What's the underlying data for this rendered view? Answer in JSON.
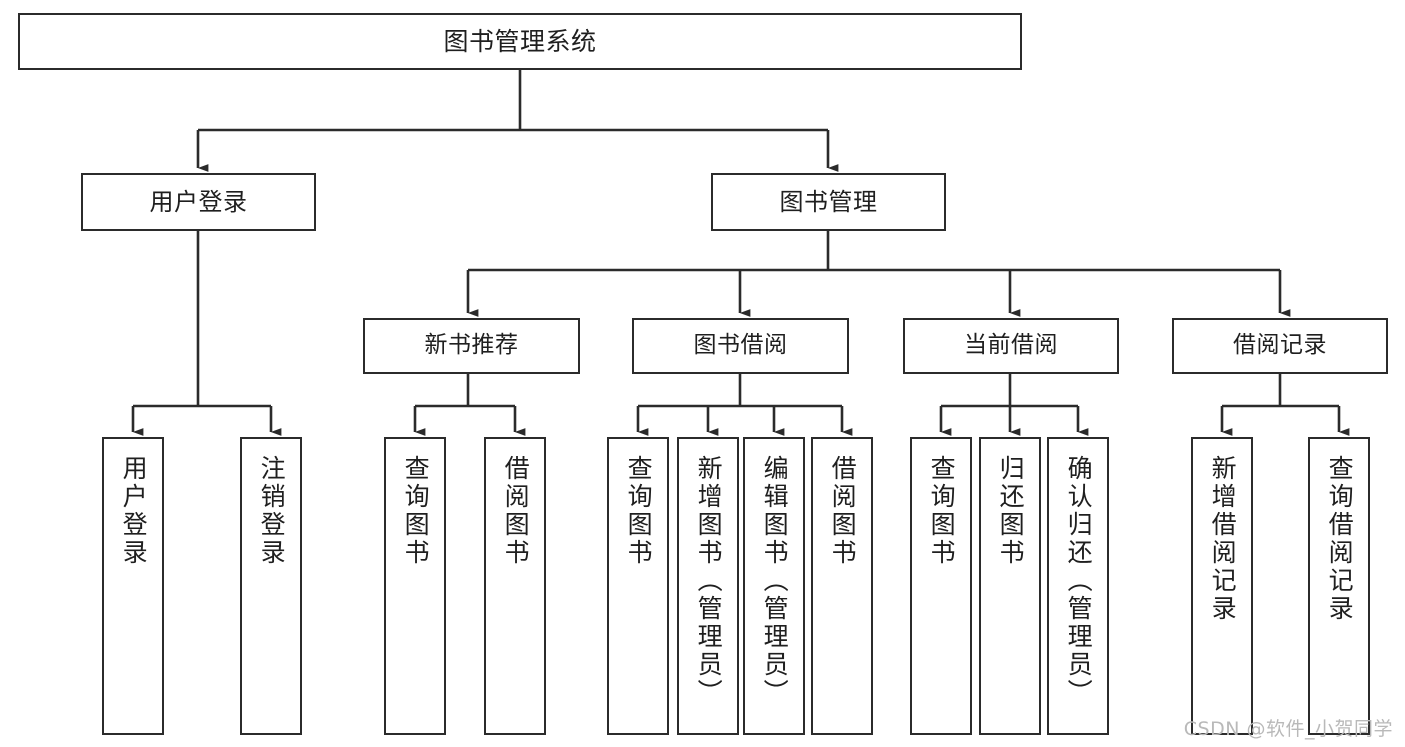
{
  "diagram": {
    "title": "图书管理系统",
    "type": "tree",
    "watermark": "CSDN @软件_小贺同学",
    "colors": {
      "box_border": "#2b2b2b",
      "box_fill": "#ffffff",
      "connector": "#2b2b2b",
      "text": "#1f1f1f",
      "watermark": "#b9b9b9"
    },
    "root": {
      "label": "图书管理系统"
    },
    "tier1": [
      {
        "label": "用户登录"
      },
      {
        "label": "图书管理"
      }
    ],
    "tier2": [
      {
        "label": "新书推荐"
      },
      {
        "label": "图书借阅"
      },
      {
        "label": "当前借阅"
      },
      {
        "label": "借阅记录"
      }
    ],
    "leaves": {
      "user_login": [
        {
          "label": "用户登录"
        },
        {
          "label": "注销登录"
        }
      ],
      "new_book_recommend": [
        {
          "label": "查询图书"
        },
        {
          "label": "借阅图书"
        }
      ],
      "book_borrow": [
        {
          "label": "查询图书"
        },
        {
          "label": "新增图书（管理员）"
        },
        {
          "label": "编辑图书（管理员）"
        },
        {
          "label": "借阅图书"
        }
      ],
      "current_borrow": [
        {
          "label": "查询图书"
        },
        {
          "label": "归还图书"
        },
        {
          "label": "确认归还（管理员）"
        }
      ],
      "borrow_record": [
        {
          "label": "新增借阅记录"
        },
        {
          "label": "查询借阅记录"
        }
      ]
    }
  }
}
